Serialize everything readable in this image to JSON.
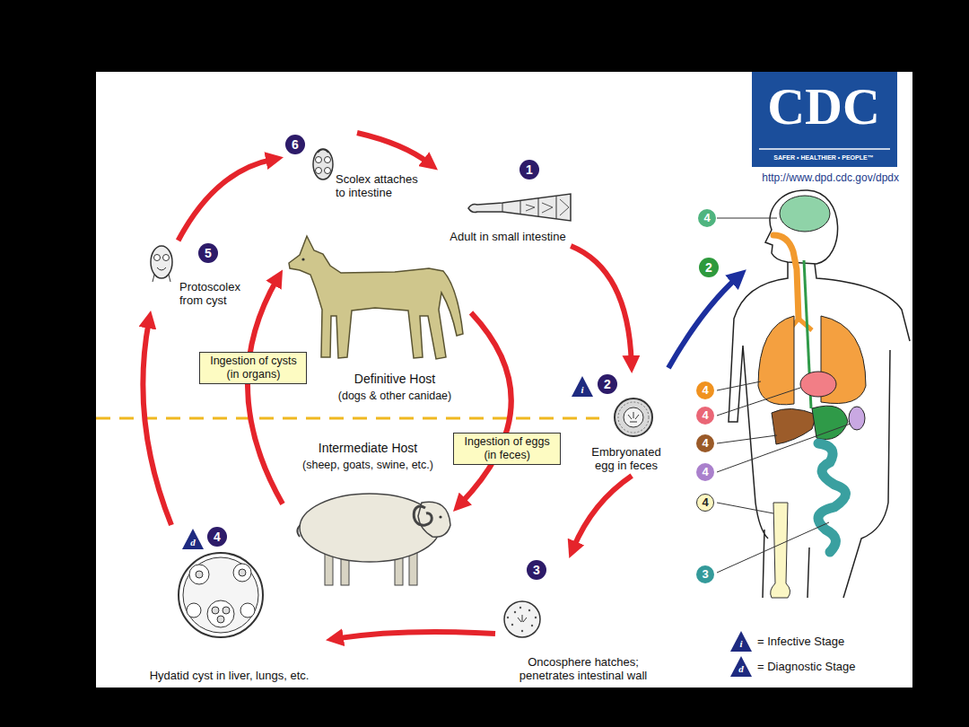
{
  "diagram": {
    "nodes": [
      {
        "text": [
          "1",
          "Adult in small intestine"
        ]
      },
      {
        "text": [
          "2",
          "Embryonated egg in feces"
        ]
      },
      {
        "text": [
          "3",
          "Oncosphere hatches; penetrates intestinal wall"
        ]
      },
      {
        "text": [
          "4",
          "Hydatid cyst in liver, lungs, etc."
        ]
      },
      {
        "text": [
          "5",
          "Protoscolex from cyst"
        ]
      },
      {
        "text": [
          "6",
          "Scolex attaches to intestine"
        ]
      },
      {
        "text": [
          "Definitive Host",
          "(dogs & other canidae)"
        ]
      },
      {
        "text": [
          "Intermediate Host",
          "(sheep, goats, swine, etc.)"
        ]
      }
    ],
    "edges": [
      {
        "from": 5,
        "to": 0,
        "arrow": "to"
      },
      {
        "from": 0,
        "to": 1,
        "arrow": "to"
      },
      {
        "from": 1,
        "to": 2,
        "arrow": "to"
      },
      {
        "from": 2,
        "to": 3,
        "arrow": "to"
      },
      {
        "from": 3,
        "to": 4,
        "arrow": "to"
      },
      {
        "from": 4,
        "to": 5,
        "arrow": "to"
      },
      {
        "from": 7,
        "to": 6,
        "label": "Ingestion of cysts (in organs)",
        "arrow": "to"
      },
      {
        "from": 6,
        "to": 7,
        "label": "Ingestion of eggs (in feces)",
        "arrow": "to"
      }
    ],
    "labels": [
      "CDC",
      "SAFER • HEALTHIER • PEOPLE™",
      "http://www.dpd.cdc.gov/dpdx",
      "i",
      "d",
      "4",
      "2",
      "4",
      "4",
      "4",
      "4",
      "4",
      "3",
      "i",
      "d"
    ],
    "legend": [
      {
        "text": "= Infective Stage"
      },
      {
        "text": "= Diagnostic Stage"
      }
    ]
  }
}
